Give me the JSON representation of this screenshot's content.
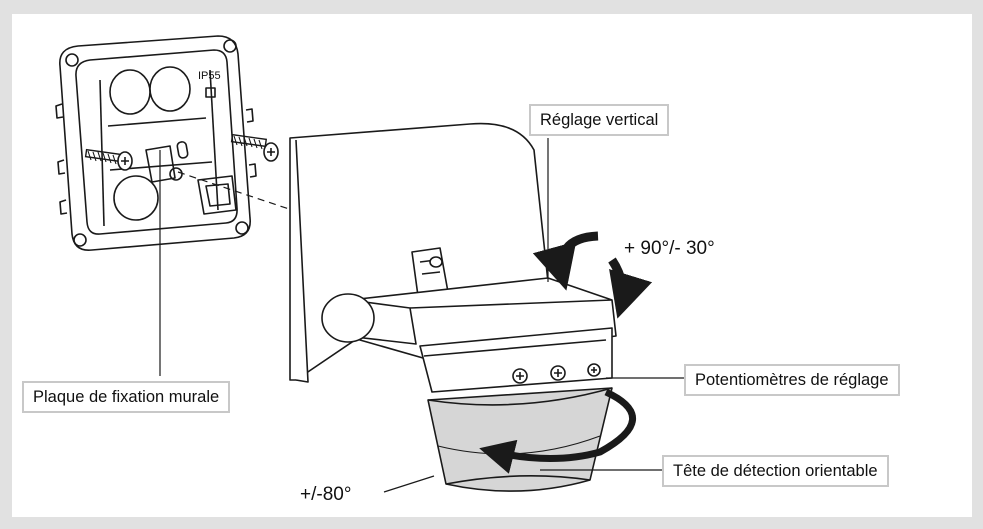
{
  "colors": {
    "frame": "#e1e1e1",
    "panel": "#ffffff",
    "ink": "#1a1a1a",
    "callout_border": "#c8c8c8",
    "cap_shade": "#d6d6d6"
  },
  "device_marking": "IP55",
  "labels": {
    "vertical_adjust": "Réglage vertical",
    "vertical_range": "+ 90°/- 30°",
    "potentiometers": "Potentiomètres de réglage",
    "detection_head": "Tête de détection orientable",
    "horizontal_range": "+/-80°",
    "wall_plate": "Plaque de fixation murale"
  }
}
